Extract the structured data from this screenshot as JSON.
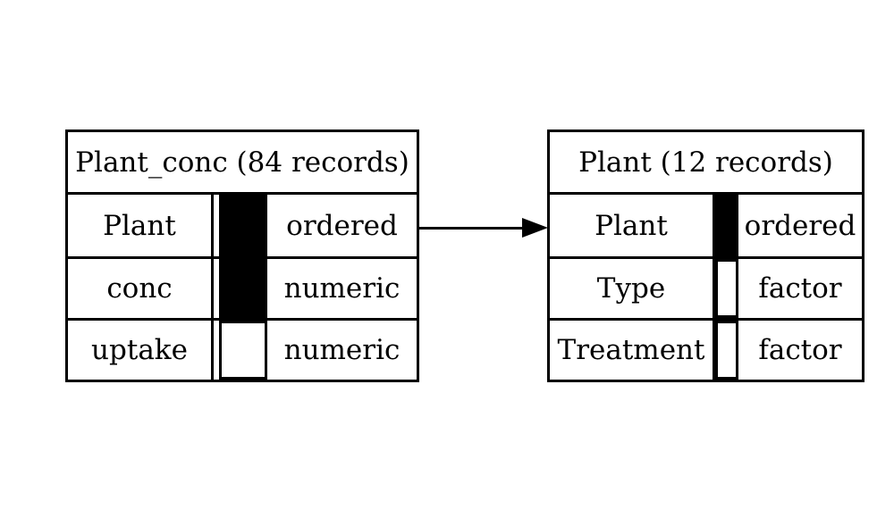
{
  "canvas": {
    "background": "#ffffff",
    "foreground": "#000000",
    "key_fill": "#000000"
  },
  "diagram": {
    "tables": [
      {
        "id": "Plant_conc",
        "title": "Plant_conc (84 records)",
        "rows": [
          {
            "name": "Plant",
            "type": "ordered",
            "key": true
          },
          {
            "name": "conc",
            "type": "numeric",
            "key": true
          },
          {
            "name": "uptake",
            "type": "numeric",
            "key": false
          }
        ]
      },
      {
        "id": "Plant",
        "title": "Plant (12 records)",
        "rows": [
          {
            "name": "Plant",
            "type": "ordered",
            "key": true
          },
          {
            "name": "Type",
            "type": "factor",
            "key": false
          },
          {
            "name": "Treatment",
            "type": "factor",
            "key": false
          }
        ]
      }
    ],
    "relation": {
      "from_table": "Plant_conc",
      "from_field": "Plant",
      "to_table": "Plant",
      "to_field": "Plant"
    }
  }
}
